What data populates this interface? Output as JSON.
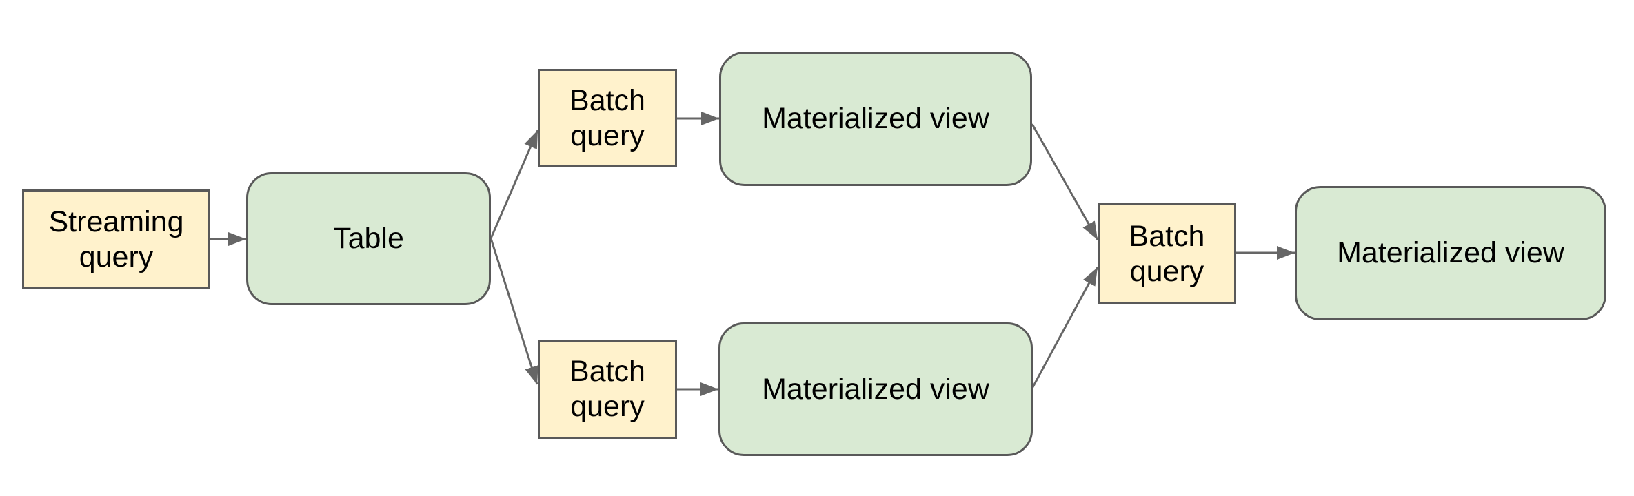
{
  "diagram": {
    "type": "flowchart",
    "background": "#ffffff",
    "colors": {
      "query_fill": "#fff2cc",
      "view_fill": "#d9ead3",
      "node_border": "#595959",
      "arrow": "#666666",
      "text": "#000000"
    },
    "nodes": [
      {
        "id": "streaming-query",
        "label": "Streaming query",
        "kind": "query"
      },
      {
        "id": "table",
        "label": "Table",
        "kind": "view"
      },
      {
        "id": "batch-query-top",
        "label": "Batch query",
        "kind": "query"
      },
      {
        "id": "materialized-view-top",
        "label": "Materialized view",
        "kind": "view"
      },
      {
        "id": "batch-query-bottom",
        "label": "Batch query",
        "kind": "query"
      },
      {
        "id": "materialized-view-bottom",
        "label": "Materialized view",
        "kind": "view"
      },
      {
        "id": "batch-query-merge",
        "label": "Batch query",
        "kind": "query"
      },
      {
        "id": "materialized-view-final",
        "label": "Materialized view",
        "kind": "view"
      }
    ],
    "edges": [
      {
        "from": "streaming-query",
        "to": "table"
      },
      {
        "from": "table",
        "to": "batch-query-top"
      },
      {
        "from": "table",
        "to": "batch-query-bottom"
      },
      {
        "from": "batch-query-top",
        "to": "materialized-view-top"
      },
      {
        "from": "batch-query-bottom",
        "to": "materialized-view-bottom"
      },
      {
        "from": "materialized-view-top",
        "to": "batch-query-merge"
      },
      {
        "from": "materialized-view-bottom",
        "to": "batch-query-merge"
      },
      {
        "from": "batch-query-merge",
        "to": "materialized-view-final"
      }
    ]
  }
}
